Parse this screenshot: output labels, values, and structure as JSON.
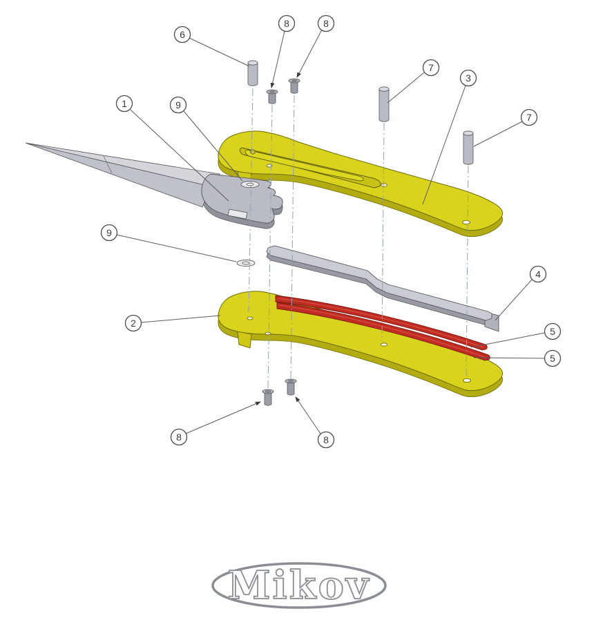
{
  "diagram": {
    "type": "exploded-view-technical-drawing",
    "brand_logo": "Mikov",
    "callouts": [
      {
        "label": "6"
      },
      {
        "label": "8"
      },
      {
        "label": "8"
      },
      {
        "label": "7"
      },
      {
        "label": "3"
      },
      {
        "label": "7"
      },
      {
        "label": "1"
      },
      {
        "label": "9"
      },
      {
        "label": "9"
      },
      {
        "label": "2"
      },
      {
        "label": "4"
      },
      {
        "label": "5"
      },
      {
        "label": "5"
      },
      {
        "label": "8"
      },
      {
        "label": "8"
      }
    ],
    "colors": {
      "scale_yellow": "#d9d31d",
      "scale_yellow_edge": "#b2ab11",
      "spring_red": "#c02c22",
      "metal_light": "#d4d6dc",
      "metal_mid": "#b9bcc4",
      "metal_dark": "#8f929b",
      "outline": "#4a4a4a",
      "centerline": "#8fa0b0"
    }
  }
}
